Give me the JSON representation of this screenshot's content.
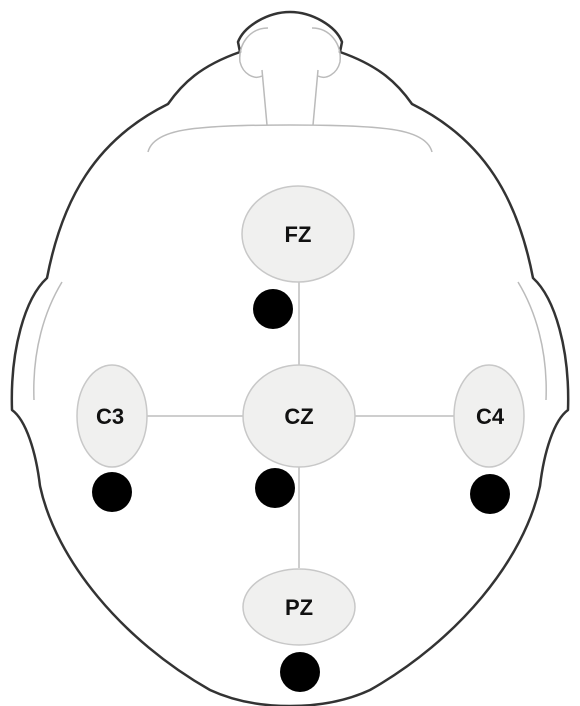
{
  "diagram": {
    "electrodes": [
      {
        "id": "fz",
        "label": "FZ"
      },
      {
        "id": "c3",
        "label": "C3"
      },
      {
        "id": "cz",
        "label": "CZ"
      },
      {
        "id": "c4",
        "label": "C4"
      },
      {
        "id": "pz",
        "label": "PZ"
      }
    ],
    "colors": {
      "head_outline": "#333333",
      "detail_lines": "#bbbbbb",
      "electrode_fill": "#f0f0ef",
      "electrode_stroke": "#c8c8c8",
      "connector": "#bdbdbd",
      "marker": "#000000",
      "label": "#111111"
    }
  }
}
